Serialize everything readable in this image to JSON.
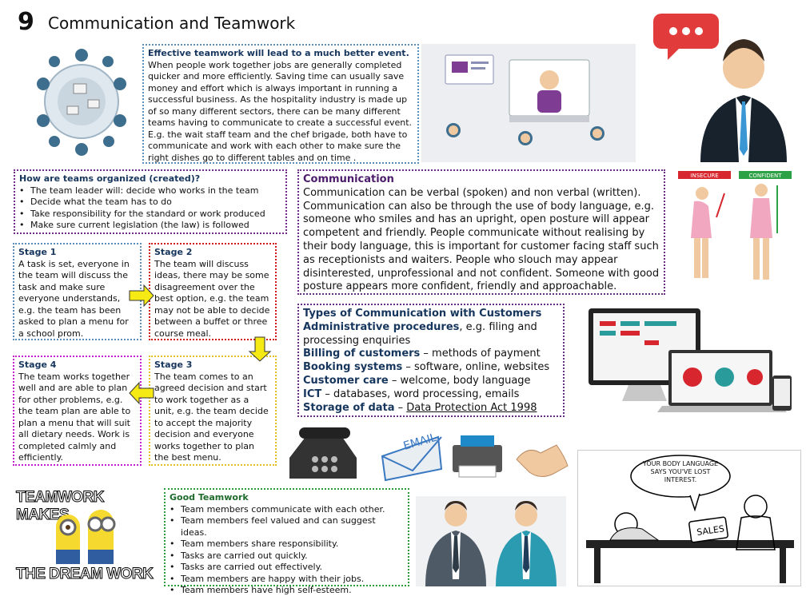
{
  "header": {
    "number": "9",
    "title": "Communication and Teamwork"
  },
  "effective": {
    "heading": "Effective teamwork will lead to a much better event.",
    "body": "When people work together jobs are generally completed quicker and more efficiently. Saving time can usually save money and effort which is always important in running a successful business. As the hospitality industry is made up of so many different sectors, there can be many different teams having to communicate to create a successful event. E.g. the wait staff team and the chef brigade, both have to communicate and work with each other to make sure the right dishes go to different tables and on time ."
  },
  "organized": {
    "heading": "How are teams organized (created)?",
    "items": [
      "The team leader will: decide who works in the team",
      "Decide what the team has to do",
      "Take responsibility for the standard or work produced",
      "Make sure current legislation (the law) is followed"
    ]
  },
  "stages": {
    "s1": {
      "heading": "Stage 1",
      "body": "A task is set, everyone in the team will discuss the task and make sure everyone understands, e.g. the team has been asked to plan a menu for a school prom."
    },
    "s2": {
      "heading": "Stage 2",
      "body": "The team will discuss ideas, there may be some disagreement over the best option, e.g. the team may not be able to decide between a buffet or three course meal."
    },
    "s3": {
      "heading": "Stage 3",
      "body": "The team comes to an agreed decision and start to work together as a unit, e.g. the team decide to accept the majority decision and everyone works together to plan the best menu."
    },
    "s4": {
      "heading": "Stage 4",
      "body": "The team works together well and are able to plan for other problems, e.g. the team plan are able to plan a menu that will suit all dietary needs. Work is completed calmly and efficiently."
    }
  },
  "communication": {
    "heading": "Communication",
    "body": "Communication can be verbal (spoken) and non verbal (written). Communication can also be through the use of body language, e.g. someone who smiles and has an upright, open posture will appear competent and friendly. People communicate without realising by their body language, this is important for customer facing staff such as receptionists and waiters. People who slouch may appear disinterested, unprofessional and not confident. Someone with good posture appears more confident, friendly and approachable."
  },
  "types": {
    "heading": "Types of Communication with Customers",
    "rows": [
      {
        "kw": "Administrative procedures",
        "rest": ", e.g. filing and processing enquiries"
      },
      {
        "kw": "Billing of customers",
        "rest": " – methods of payment"
      },
      {
        "kw": "Booking systems",
        "rest": " – software, online, websites"
      },
      {
        "kw": "Customer care",
        "rest": " – welcome, body language"
      },
      {
        "kw": "ICT",
        "rest": " – databases, word processing, emails"
      },
      {
        "kw": "Storage of data",
        "rest": " – ",
        "link": "Data Protection Act 1998"
      }
    ]
  },
  "good": {
    "heading": "Good Teamwork",
    "items": [
      "Team members communicate with each other.",
      "Team members feel valued and can suggest ideas.",
      "Team members share responsibility.",
      "Tasks are carried out quickly.",
      "Tasks are carried out effectively.",
      "Team members are happy with their jobs.",
      "Team members have high self-esteem."
    ]
  },
  "images": {
    "meme_top": "TEAMWORK MAKES",
    "meme_bottom": "THE DREAM WORK",
    "posture_insecure": "INSECURE",
    "posture_confident": "CONFIDENT",
    "envelope_word": "EMAIL",
    "cartoon_speech": "YOUR BODY LANGUAGE SAYS YOU'VE LOST INTEREST.",
    "cartoon_sales": "SALES"
  }
}
